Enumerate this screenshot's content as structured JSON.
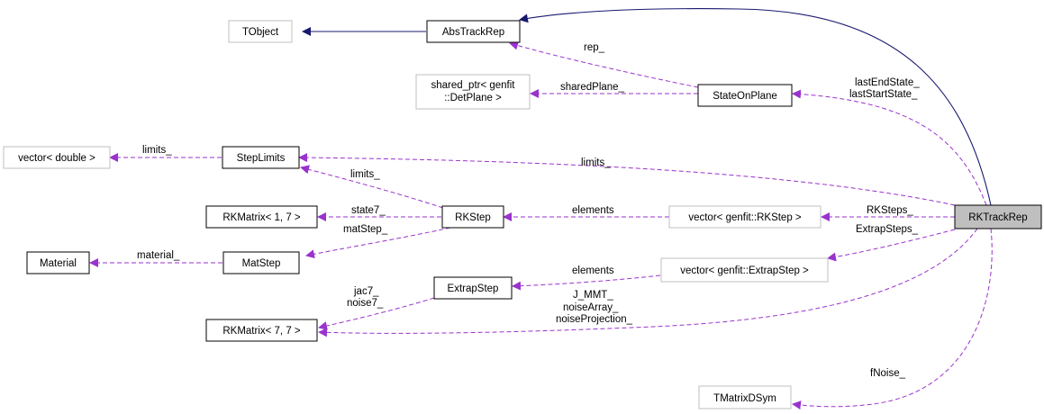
{
  "colors": {
    "inherit": "#191970",
    "usage": "#9a32cd",
    "bold_border": "#000000",
    "grey_border": "#bfbfbf",
    "highlight_fill": "#bfbfbf"
  },
  "nodes": {
    "tobject": "TObject",
    "abstrackrep": "AbsTrackRep",
    "shared_ptr_l1": "shared_ptr< genfit",
    "shared_ptr_l2": "::DetPlane >",
    "stateonplane": "StateOnPlane",
    "vector_double": "vector< double >",
    "steplimits": "StepLimits",
    "rkmatrix17": "RKMatrix< 1, 7 >",
    "rkstep": "RKStep",
    "vector_rkstep": "vector< genfit::RKStep >",
    "rktrackrep": "RKTrackRep",
    "material": "Material",
    "matstep": "MatStep",
    "extrapstep": "ExtrapStep",
    "vector_extrapstep": "vector< genfit::ExtrapStep >",
    "rkmatrix77": "RKMatrix< 7, 7 >",
    "tmatrixdsym": "TMatrixDSym"
  },
  "labels": {
    "rep": "rep_",
    "sharedplane": "sharedPlane_",
    "lastendstate": "lastEndState_",
    "laststartstate": "lastStartState_",
    "limits_vec": "limits_",
    "limits_rk": "limits_",
    "limits_main": "limits_",
    "state7": "state7_",
    "matstep": "matStep_",
    "elements_rk": "elements",
    "rksteps": "RKSteps_",
    "extrapsteps": "ExtrapSteps_",
    "material": "material_",
    "elements_ex": "elements",
    "jac7": "jac7_",
    "noise7": "noise7_",
    "jmmt": "J_MMT_",
    "noisearray": "noiseArray_",
    "noiseprojection": "noiseProjection_",
    "fnoise": "fNoise_"
  }
}
